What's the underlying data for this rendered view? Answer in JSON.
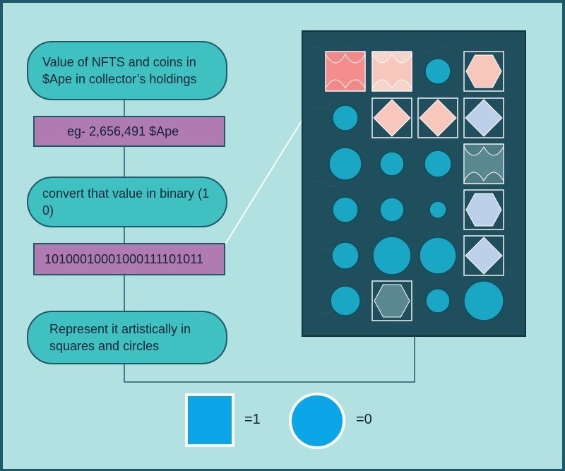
{
  "flow": {
    "step1": "Value of NFTS and coins in $Ape in collector’s holdings",
    "example": "eg- 2,656,491 $Ape",
    "step2": "convert that value in binary (1 0)",
    "binary": "10100010001000111101011",
    "step3": "Represent it artistically in squares and circles"
  },
  "legend": {
    "square_value": "=1",
    "circle_value": "=0"
  },
  "colors": {
    "background": "#b2e1e1",
    "pill": "#3fc1c2",
    "box": "#b07bb1",
    "panel": "#1f4f5c",
    "circle": "#1aa7c4",
    "legend_blue": "#0aa6e7",
    "line": "#1f5a68"
  },
  "art_grid": [
    [
      "square-wave-red",
      "square-wave-pink",
      "circle",
      "square-hexagon-pink"
    ],
    [
      "circle",
      "square-diamond-pink",
      "square-diamond-pink",
      "square-diamond-blue"
    ],
    [
      "circle",
      "circle",
      "circle",
      "square-wave-teal"
    ],
    [
      "circle",
      "circle",
      "circle",
      "square-hexagon-blue"
    ],
    [
      "circle",
      "circle",
      "circle",
      "square-diamond-blue"
    ],
    [
      "circle",
      "square-hexagon-teal",
      "circle",
      "circle"
    ]
  ]
}
